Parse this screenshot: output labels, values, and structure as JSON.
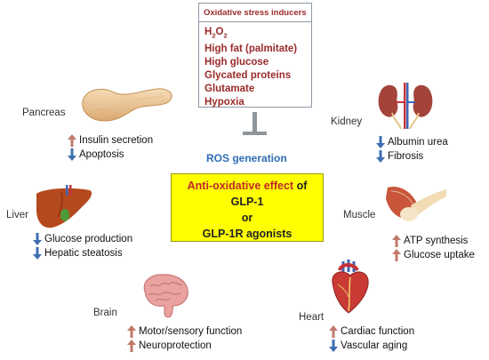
{
  "inducers": {
    "title": "Oxidative stress inducers",
    "h2o2": {
      "main": "H",
      "sub1": "2",
      "mid": "O",
      "sub2": "2"
    },
    "items": [
      "High fat (palmitate)",
      "High glucose",
      "Glycated proteins",
      "Glutamate",
      "Hypoxia"
    ]
  },
  "ros_label": "ROS generation",
  "center": {
    "line1_red": "Anti-oxidative effect",
    "line1_rest": " of",
    "line2": "GLP-1",
    "line3": "or",
    "line4": "GLP-1R agonists"
  },
  "organs": {
    "pancreas": {
      "label": "Pancreas",
      "effects": [
        {
          "dir": "up",
          "text": "Insulin secretion"
        },
        {
          "dir": "down",
          "text": "Apoptosis"
        }
      ]
    },
    "kidney": {
      "label": "Kidney",
      "effects": [
        {
          "dir": "down",
          "text": "Albumin urea"
        },
        {
          "dir": "down",
          "text": "Fibrosis"
        }
      ]
    },
    "liver": {
      "label": "Liver",
      "effects": [
        {
          "dir": "down",
          "text": "Glucose production"
        },
        {
          "dir": "down",
          "text": "Hepatic steatosis"
        }
      ]
    },
    "muscle": {
      "label": "Muscle",
      "effects": [
        {
          "dir": "up",
          "text": "ATP synthesis"
        },
        {
          "dir": "up",
          "text": "Glucose uptake"
        }
      ]
    },
    "brain": {
      "label": "Brain",
      "effects": [
        {
          "dir": "up",
          "text": "Motor/sensory function"
        },
        {
          "dir": "up",
          "text": "Neuroprotection"
        }
      ]
    },
    "heart": {
      "label": "Heart",
      "effects": [
        {
          "dir": "up",
          "text": "Cardiac function"
        },
        {
          "dir": "down",
          "text": "Vascular aging"
        }
      ]
    }
  },
  "colors": {
    "up_arrow": "#c07a6a",
    "down_arrow": "#3e6fb0",
    "inducer_text": "#9b2a2a",
    "ros_text": "#2f6eb5",
    "center_fill": "#ffff00",
    "center_red": "#c0282d"
  }
}
